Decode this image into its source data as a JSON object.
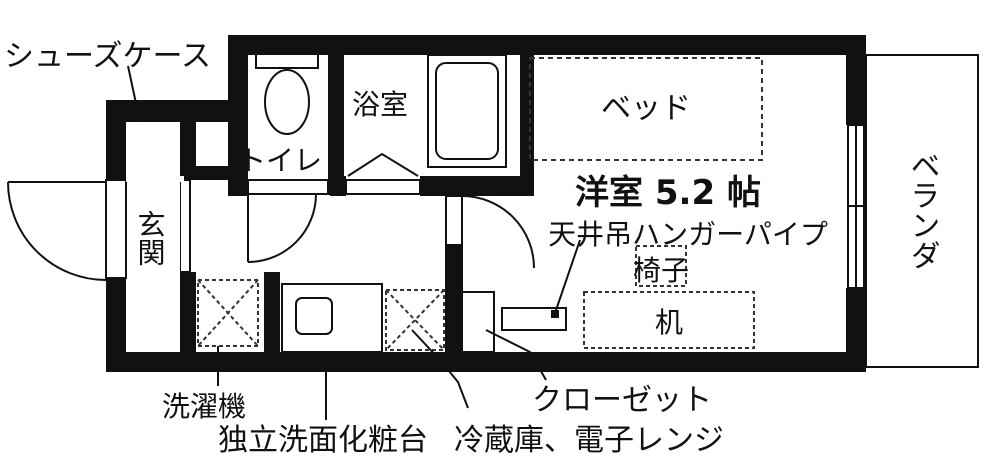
{
  "floor_plan": {
    "labels": {
      "shoe_case": "シューズケース",
      "entrance": "玄関",
      "toilet": "トイレ",
      "bathroom": "浴室",
      "bed": "ベッド",
      "room": "洋室 5.2 帖",
      "hanger_pipe": "天井吊ハンガーパイプ",
      "chair": "椅子",
      "desk": "机",
      "veranda": "ベランダ",
      "washing_machine": "洗濯機",
      "vanity": "独立洗面化粧台",
      "fridge_microwave": "冷蔵庫、電子レンジ",
      "closet": "クローゼット"
    },
    "colors": {
      "wall": "#111111",
      "background": "#ffffff",
      "dashed": "#333333"
    }
  }
}
